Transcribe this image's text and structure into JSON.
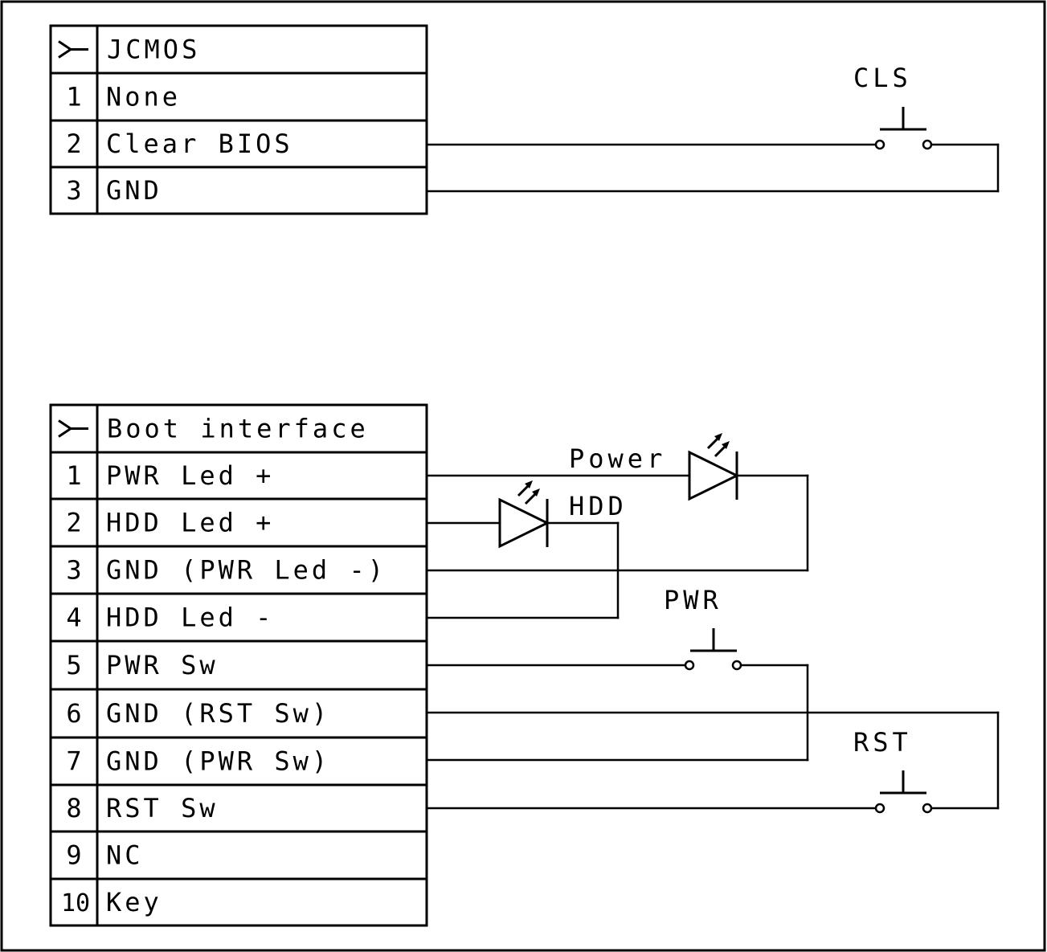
{
  "diagram": {
    "stroke_color": "#000000",
    "background_color": "#ffffff",
    "connectors": [
      {
        "id": "jcmos",
        "header_glyph": "connector-icon",
        "title": "JCMOS",
        "pins": [
          {
            "number": "1",
            "label": "None"
          },
          {
            "number": "2",
            "label": "Clear BIOS"
          },
          {
            "number": "3",
            "label": "GND"
          }
        ]
      },
      {
        "id": "boot",
        "header_glyph": "connector-icon",
        "title": "Boot interface",
        "pins": [
          {
            "number": "1",
            "label": "PWR Led +"
          },
          {
            "number": "2",
            "label": "HDD Led +"
          },
          {
            "number": "3",
            "label": "GND (PWR Led -)"
          },
          {
            "number": "4",
            "label": "HDD Led -"
          },
          {
            "number": "5",
            "label": "PWR Sw"
          },
          {
            "number": "6",
            "label": "GND (RST Sw)"
          },
          {
            "number": "7",
            "label": "GND (PWR Sw)"
          },
          {
            "number": "8",
            "label": "RST Sw"
          },
          {
            "number": "9",
            "label": "NC"
          },
          {
            "number": "10",
            "label": "Key"
          }
        ]
      }
    ],
    "components": [
      {
        "id": "cls",
        "type": "push-button-switch",
        "label": "CLS",
        "connects": [
          "JCMOS.2",
          "JCMOS.3"
        ]
      },
      {
        "id": "power-led",
        "type": "led",
        "label": "Power",
        "connects": [
          "Boot.1",
          "Boot.3"
        ]
      },
      {
        "id": "hdd-led",
        "type": "led",
        "label": "HDD",
        "connects": [
          "Boot.2",
          "Boot.4"
        ]
      },
      {
        "id": "pwr-switch",
        "type": "push-button-switch",
        "label": "PWR",
        "connects": [
          "Boot.5",
          "Boot.7"
        ]
      },
      {
        "id": "rst-switch",
        "type": "push-button-switch",
        "label": "RST",
        "connects": [
          "Boot.8",
          "Boot.6"
        ]
      }
    ]
  }
}
